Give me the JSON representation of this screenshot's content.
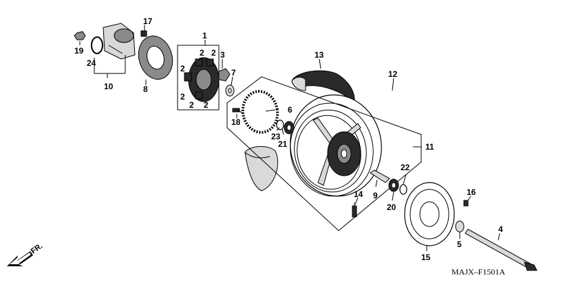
{
  "diagram": {
    "part_code": "MAJX–F1501A",
    "direction_label": "FR.",
    "callouts": {
      "c1": "1",
      "c2a": "2",
      "c2b": "2",
      "c2c": "2",
      "c2d": "2",
      "c2e": "2",
      "c2f": "2",
      "c3": "3",
      "c4": "4",
      "c5": "5",
      "c6": "6",
      "c7": "7",
      "c8": "8",
      "c9": "9",
      "c10": "10",
      "c11": "11",
      "c12": "12",
      "c13": "13",
      "c14": "14",
      "c15": "15",
      "c16": "16",
      "c17": "17",
      "c18": "18",
      "c19": "19",
      "c20": "20",
      "c21": "21",
      "c22": "22",
      "c23": "23",
      "c24": "24"
    },
    "icons": [
      "front-direction-arrow-icon"
    ]
  }
}
